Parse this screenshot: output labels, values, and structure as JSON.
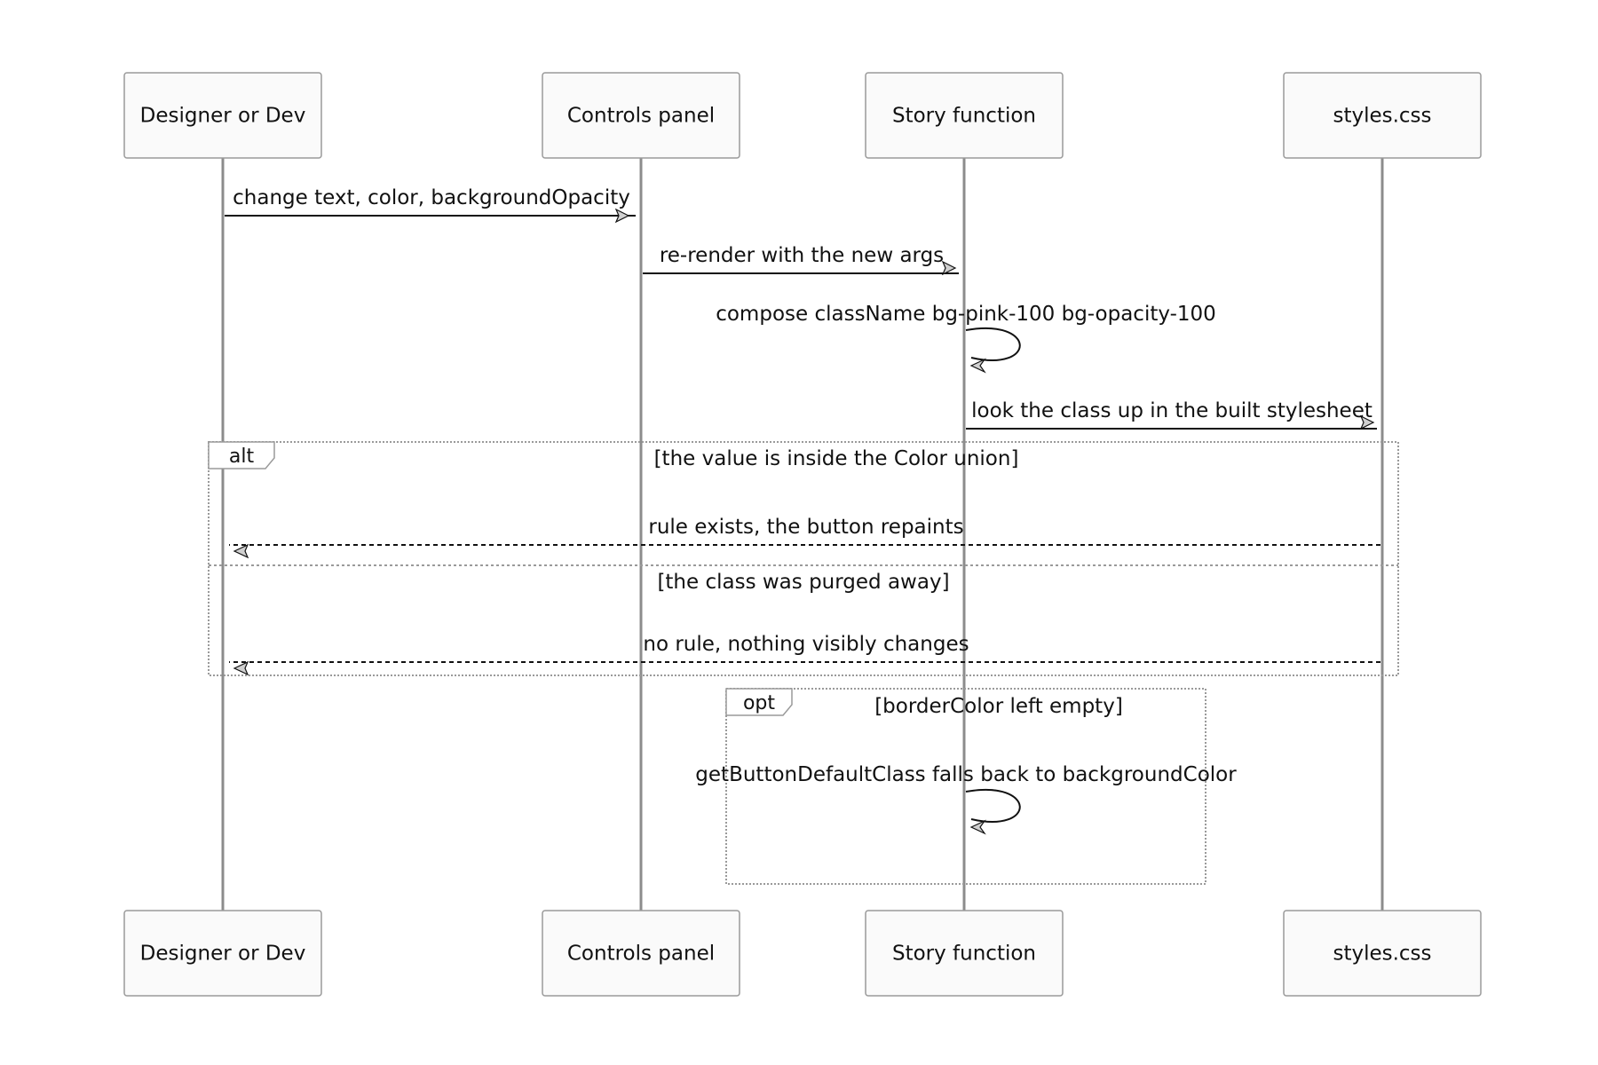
{
  "diagram": {
    "participants": [
      {
        "id": "designer",
        "label": "Designer or Dev"
      },
      {
        "id": "controls",
        "label": "Controls panel"
      },
      {
        "id": "story",
        "label": "Story function"
      },
      {
        "id": "styles",
        "label": "styles.css"
      }
    ],
    "messages": [
      {
        "from": "designer",
        "to": "controls",
        "label": "change text, color, backgroundOpacity",
        "style": "solid"
      },
      {
        "from": "controls",
        "to": "story",
        "label": "re-render with the new args",
        "style": "solid"
      },
      {
        "from": "story",
        "to": "story",
        "label": "compose className bg-pink-100 bg-opacity-100",
        "style": "self"
      },
      {
        "from": "story",
        "to": "styles",
        "label": "look the class up in the built stylesheet",
        "style": "solid"
      },
      {
        "from": "styles",
        "to": "designer",
        "label": "rule exists, the button repaints",
        "style": "dashed"
      },
      {
        "from": "styles",
        "to": "designer",
        "label": "no rule, nothing visibly changes",
        "style": "dashed"
      },
      {
        "from": "story",
        "to": "story",
        "label": "getButtonDefaultClass falls back to backgroundColor",
        "style": "self"
      }
    ],
    "frames": [
      {
        "kind": "alt",
        "sections": [
          {
            "condition": "[the value is inside the Color union]"
          },
          {
            "condition": "[the class was purged away]"
          }
        ]
      },
      {
        "kind": "opt",
        "sections": [
          {
            "condition": "[borderColor left empty]"
          }
        ]
      }
    ]
  }
}
